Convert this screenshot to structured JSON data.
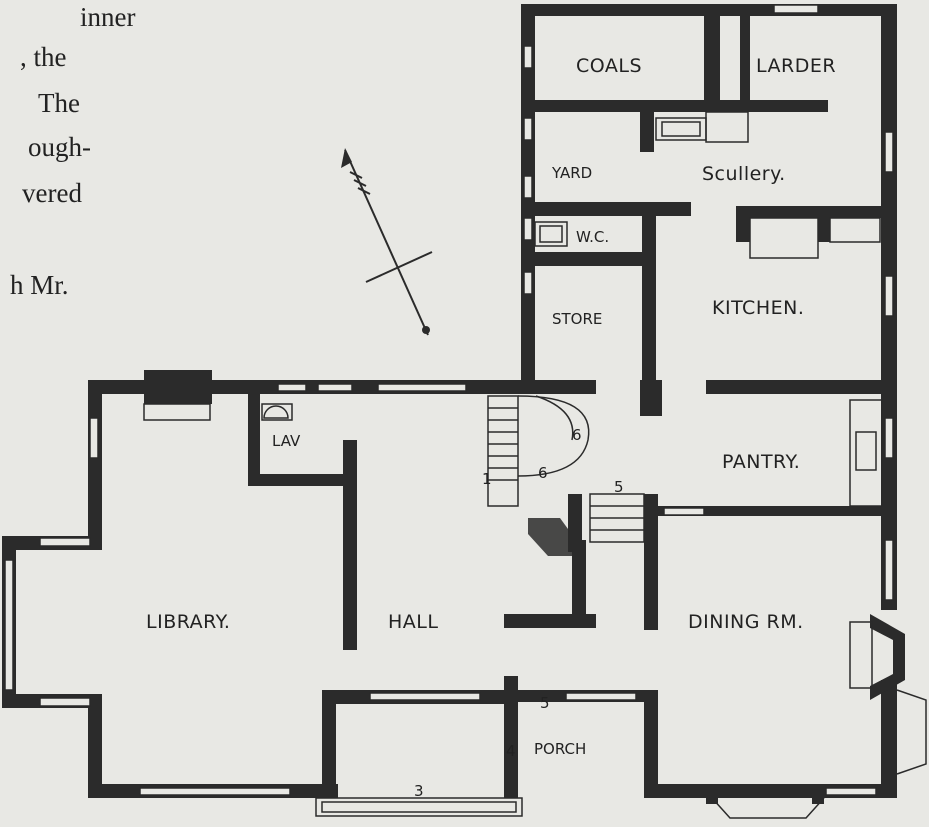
{
  "page_text": {
    "frag_1": "inner",
    "frag_2": ", the",
    "frag_3": "The",
    "frag_4": "ough-",
    "frag_5": "vered",
    "frag_6": "h Mr."
  },
  "rooms": {
    "coals": "COALS",
    "larder": "LARDER",
    "yard": "YARD",
    "scullery": "Scullery.",
    "wc": "W.C.",
    "store": "STORE",
    "kitchen": "KITCHEN.",
    "lav": "LAV",
    "pantry": "PANTRY.",
    "library": "LIBRARY.",
    "hall": "HALL",
    "dining": "DINING RM.",
    "porch": "PORCH"
  },
  "marks": {
    "m5_stair": "5",
    "m6_a": "6",
    "m6_b": "6",
    "m1": "1",
    "m5_porch": "5",
    "m4": "4",
    "m3": "3"
  },
  "colors": {
    "ink": "#2b2b2b",
    "paper": "#e8e8e4"
  }
}
